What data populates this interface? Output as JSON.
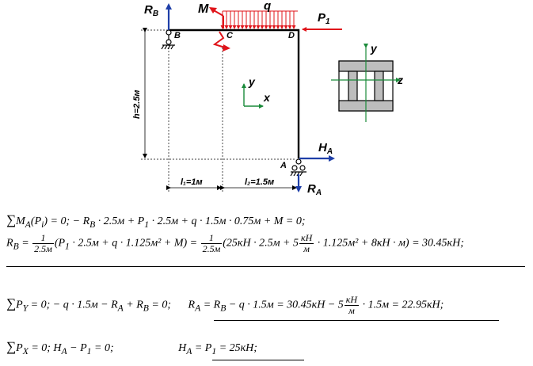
{
  "diagram": {
    "labels": {
      "rb": "R",
      "rb_sub": "B",
      "m": "M",
      "q": "q",
      "p1": "P",
      "p1_sub": "1",
      "b": "B",
      "c": "C",
      "d": "D",
      "a": "A",
      "ha": "H",
      "ha_sub": "A",
      "ra": "R",
      "ra_sub": "A",
      "h": "h=2.5м",
      "l1": "l₁=1м",
      "l2": "l₂=1.5м",
      "axis_y": "y",
      "axis_x": "x",
      "section_y": "y",
      "section_z": "z"
    },
    "colors": {
      "beam": "#000000",
      "force": "#1f3fa8",
      "load": "#e0141a",
      "axis": "#1a8a3a",
      "dim": "#000000"
    }
  },
  "equations": {
    "eq1": {
      "sum": "∑",
      "text": "M_A(P_i) = 0;   − R_B · 2.5м + P₁ · 2.5м + q · 1.5м · 0.75м + M = 0;",
      "lhs": "M",
      "lhs_sub": "A",
      "lhs_arg": "(P",
      "lhs_arg_sub": "i",
      "rest": ") = 0;   − R",
      "rest_sub": "B",
      "rest2": " · 2.5м + P",
      "rest2_sub": "1",
      "rest3": " · 2.5м + q · 1.5м · 0.75м + M = 0;"
    },
    "eq2": {
      "lhs": "R",
      "lhs_sub": "B",
      "eq": " = ",
      "frac1_num": "1",
      "frac1_den": "2.5м",
      "part1": "(P",
      "part1_sub": "1",
      "part2": " · 2.5м + q · 1.125м² + M) = ",
      "frac2_num": "1",
      "frac2_den": "2.5м",
      "part3": "(25кН · 2.5м + 5",
      "frac3_num": "кН",
      "frac3_den": "м",
      "part4": " · 1.125м² + 8кН · м) = 30.45кН;"
    },
    "eq3": {
      "sum": "∑",
      "lhs": "P",
      "lhs_sub": "Y",
      "part1": " = 0;    − q · 1.5м − R",
      "part1_sub": "A",
      "part2": " + R",
      "part2_sub": "B",
      "part3": " = 0;",
      "res_lhs": "R",
      "res_lhs_sub": "A",
      "res1": " = R",
      "res1_sub": "B",
      "res2": " − q · 1.5м = 30.45кН − 5",
      "frac_num": "кН",
      "frac_den": "м",
      "res3": " · 1.5м = 22.95кН;"
    },
    "eq4": {
      "sum": "∑",
      "lhs": "P",
      "lhs_sub": "X",
      "part1": " = 0;    H",
      "part1_sub": "A",
      "part2": " − P",
      "part2_sub": "1",
      "part3": " = 0;",
      "res_lhs": "H",
      "res_lhs_sub": "A",
      "res1": " = P",
      "res1_sub": "1",
      "res2": " = 25кН;"
    }
  }
}
